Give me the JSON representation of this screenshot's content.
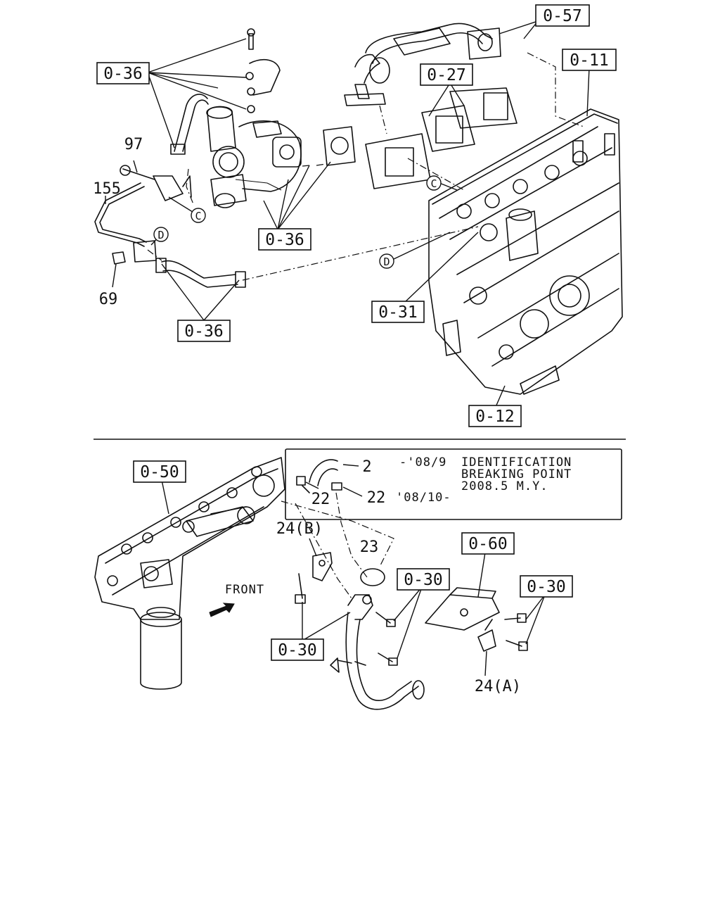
{
  "refs": {
    "r057": "0-57",
    "r011": "0-11",
    "r036a": "0-36",
    "r027": "0-27",
    "r036b": "0-36",
    "r031": "0-31",
    "r036c": "0-36",
    "r012": "0-12",
    "r050": "0-50",
    "r060": "0-60",
    "r030a": "0-30",
    "r030b": "0-30",
    "r030c": "0-30"
  },
  "parts": {
    "p97": "97",
    "p155": "155",
    "p69": "69",
    "p2": "2",
    "p22a": "22",
    "p22b": "22",
    "p23": "23",
    "p24b": "24(B)",
    "p24a": "24(A)"
  },
  "markers": {
    "c1": "C",
    "c2": "C",
    "d1": "D",
    "d2": "D"
  },
  "note": {
    "date_old": "-'08/9",
    "date_new": "'08/10-",
    "line1": "IDENTIFICATION",
    "line2": "BREAKING POINT",
    "line3": "2008.5 M.Y."
  },
  "front_label": "FRONT"
}
